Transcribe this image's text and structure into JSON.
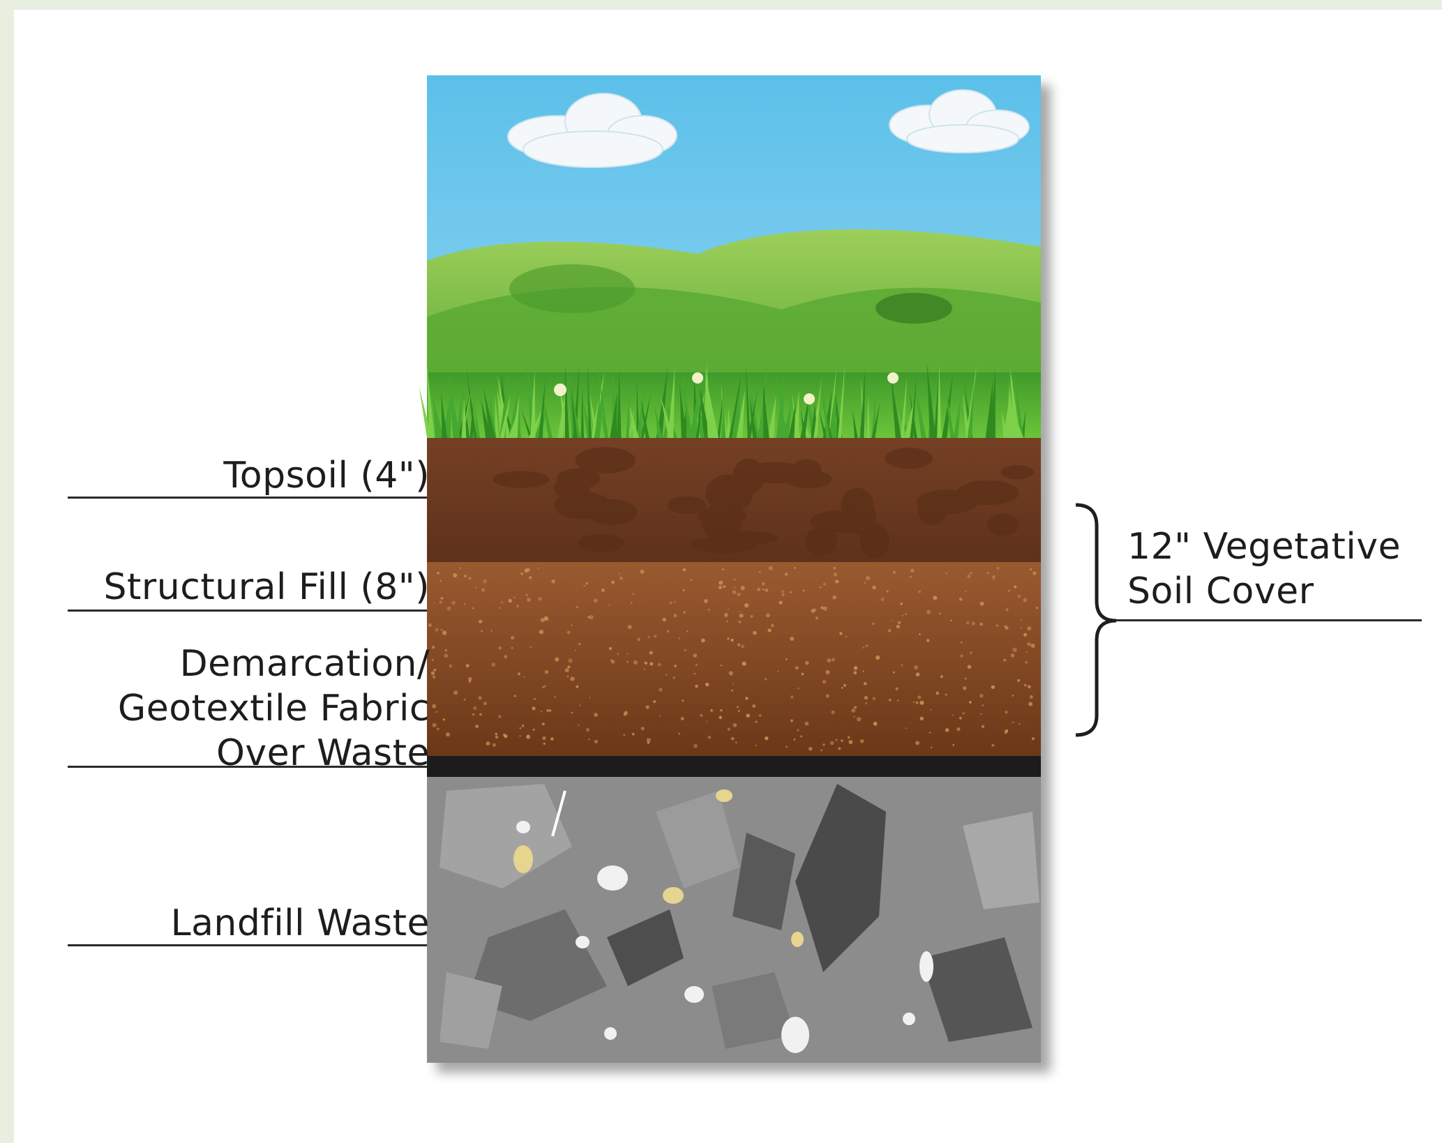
{
  "layers": [
    {
      "label": "Topsoil (4\")",
      "color": "#6e3d22"
    },
    {
      "label": "Structural Fill (8\")",
      "color": "#8a4f2a"
    },
    {
      "label_lines": [
        "Demarcation/",
        "Geotextile Fabric",
        "Over Waste"
      ],
      "color": "#1c1c1c"
    },
    {
      "label": "Landfill Waste",
      "color": "#8c8c8c"
    }
  ],
  "bracket_label_lines": [
    "12\" Vegetative",
    "Soil Cover"
  ],
  "colors": {
    "sky": "#62c3ea",
    "grass": "#4aa82e",
    "topsoil": "#6e3d22",
    "fill": "#8a4f2a",
    "geotextile": "#1c1c1c",
    "waste": "#8c8c8c"
  }
}
